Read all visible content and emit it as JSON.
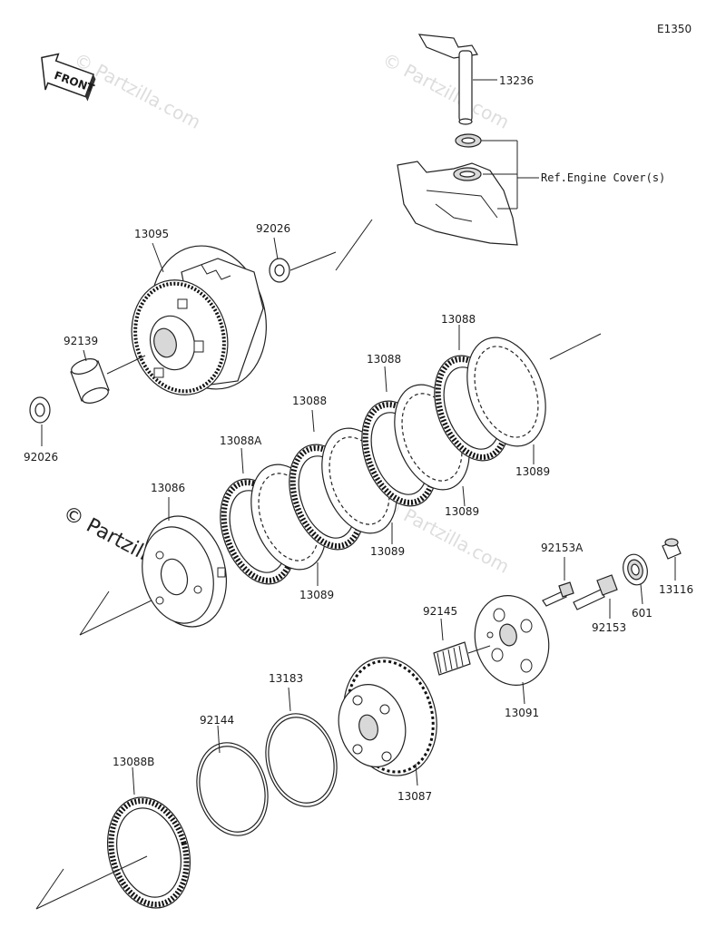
{
  "diagram": {
    "code": "E1350",
    "front_label": "FRONT",
    "watermark": "© Partzilla.com",
    "reference_note": "Ref.Engine Cover(s)",
    "parts": {
      "p13236": "13236",
      "p92026_top": "92026",
      "p13095": "13095",
      "p92139": "92139",
      "p92026_left": "92026",
      "p13088_a": "13088",
      "p13088_b": "13088",
      "p13088_c": "13088",
      "p13088A": "13088A",
      "p13089_a": "13089",
      "p13089_b": "13089",
      "p13089_c": "13089",
      "p13089_d": "13089",
      "p13086": "13086",
      "p92153A": "92153A",
      "p13116": "13116",
      "p601": "601",
      "p92153": "92153",
      "p92145": "92145",
      "p13091": "13091",
      "p13183": "13183",
      "p92144": "92144",
      "p13087": "13087",
      "p13088B": "13088B"
    }
  }
}
